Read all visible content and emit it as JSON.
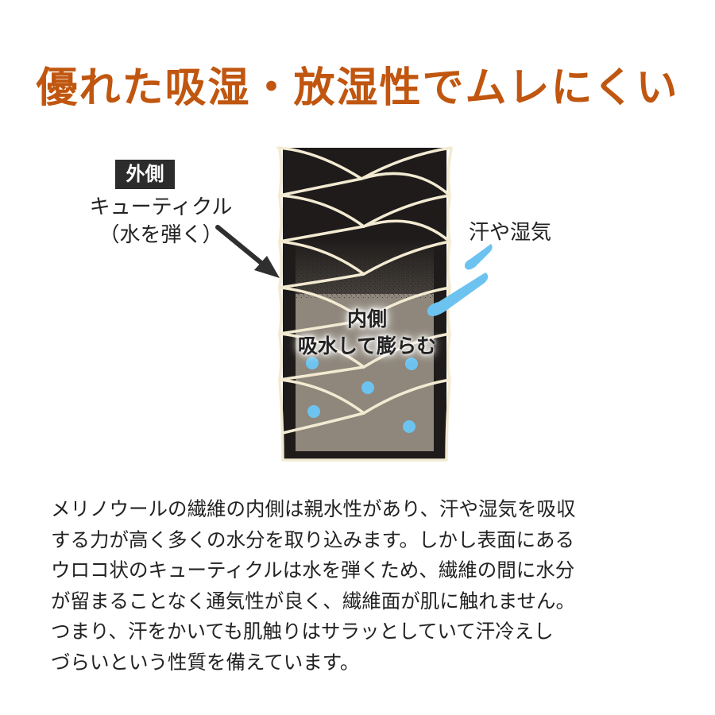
{
  "title": "優れた吸湿・放湿性でムレにくい",
  "diagram": {
    "outer_badge": "外側",
    "cuticle_label_line1": "キューティクル",
    "cuticle_label_line2": "（水を弾く）",
    "sweat_label": "汗や湿気",
    "inner_label_line1": "内側",
    "inner_label_line2": "吸水して膨らむ",
    "colors": {
      "title": "#c0560f",
      "fiber_outer": "#1e1b1a",
      "fiber_inner": "#8f877c",
      "scale_edge": "#f3ead2",
      "water": "#6cc3ef"
    }
  },
  "body": {
    "text": "メリノウールの繊維の内側は親水性があり、汗や湿気を吸収\nする力が高く多くの水分を取り込みます。しかし表面にある\nウロコ状のキューティクルは水を弾くため、繊維の間に水分\nが留まることなく通気性が良く、繊維面が肌に触れません。\nつまり、汗をかいても肌触りはサラッとしていて汗冷えし\nづらいという性質を備えています。"
  }
}
